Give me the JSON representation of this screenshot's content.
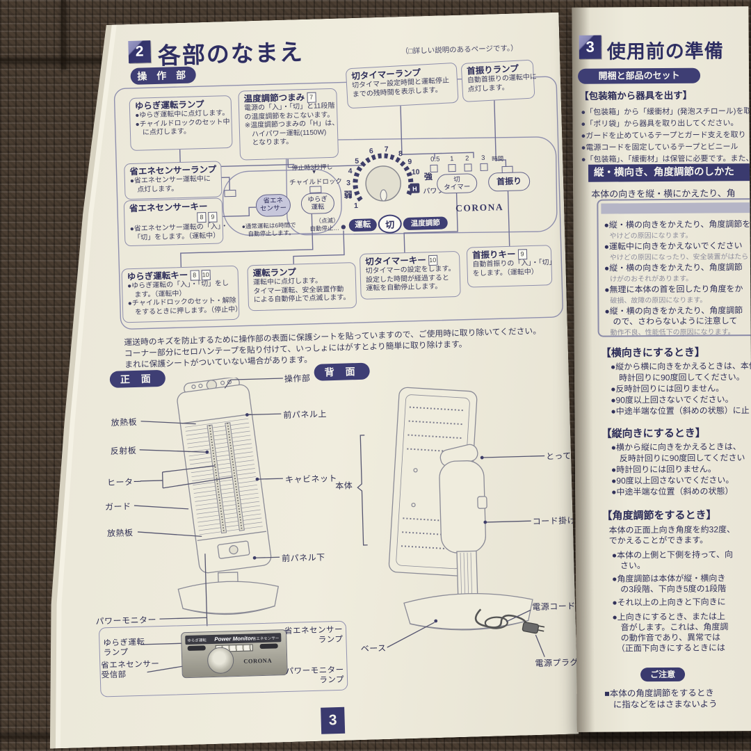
{
  "colors": {
    "accent_navy": "#3e3e74",
    "page_cream": "#ece9da",
    "floor_brown": "#4a3d31",
    "body_text": "#3a3a5c",
    "muted_gray": "#8d8d9d"
  },
  "left": {
    "header": {
      "num": "2",
      "title": "各部のなまえ",
      "note": "（□詳しい説明のあるページです。）"
    },
    "ops_pill": "操 作 部",
    "co": [
      {
        "t": "ゆらぎ運転ランプ",
        "l1": "●ゆらぎ運転中に点灯します。",
        "l2": "●チャイルドロックのセット中",
        "l3": "　に点灯します。"
      },
      {
        "t": "温度調節つまみ",
        "r1": "7",
        "l1": "電源の「入」・「切」と11段階",
        "l2": "の温度調節をおこないます。",
        "l3": "※温度調節つまみの「H」は、",
        "l4": "　ハイパワー運転(1150W)",
        "l5": "　となります。"
      },
      {
        "t": "切タイマーランプ",
        "l1": "切タイマー設定時間と運転停止",
        "l2": "までの残時間を表示します。"
      },
      {
        "t": "首振りランプ",
        "l1": "自動首振りの運転中に",
        "l2": "点灯します。"
      },
      {
        "t": "省エネセンサーランプ",
        "l1": "●省エネセンサー運転中に",
        "l2": "　点灯します。"
      },
      {
        "t": "省エネセンサーキー",
        "r1": "8",
        "r2": "9",
        "l1": "●省エネセンサー運転の「入」・",
        "l2": "　「切」をします。（運転中）"
      },
      {
        "t": "ゆらぎ運転キー",
        "r1": "8",
        "r2": "10",
        "l1": "●ゆらぎ運転の「入」・「切」をし",
        "l2": "　ます。（運転中）",
        "l3": "●チャイルドロックのセット・解除",
        "l4": "　をするときに押します。（停止中）"
      },
      {
        "t": "運転ランプ",
        "l1": "運転中に点灯します。",
        "l2": "タイマー運転、安全装置作動",
        "l3": "による自動停止で点滅します。"
      },
      {
        "t": "切タイマーキー",
        "r1": "10",
        "l1": "切タイマーの設定をします。",
        "l2": "設定した時間が経過すると",
        "l3": "運転を自動停止します。"
      },
      {
        "t": "首振りキー",
        "r1": "9",
        "l1": "自動首振りの「入」・「切」",
        "l2": "をします。（運転中）"
      }
    ],
    "panel": {
      "eco1": "省エネ",
      "eco2": "センサー",
      "hint1": "停止時3秒押し",
      "arrow": "▼",
      "hint2": "チャイルドロック",
      "yu1": "ゆらぎ",
      "yu2": "運転",
      "weak": "弱",
      "strong": "強",
      "power": "パワフル",
      "n1": "1",
      "n2": "2",
      "n3": "3",
      "n4": "4",
      "n5": "5",
      "n6": "6",
      "n7": "7",
      "n8": "8",
      "n9": "9",
      "n10": "10",
      "h": "H",
      "blink": "（点滅）",
      "autostop": "自動停止…",
      "run": "運転",
      "off": "切",
      "temp": "温度調節",
      "t05": "0.5",
      "t1": "1",
      "t2": "2",
      "t3": "3",
      "hours": "時間",
      "timer1": "切",
      "timer2": "タイマー",
      "swing": "首振り",
      "brand": "CORONA",
      "note1": "●通常運転は6時間で",
      "note2": "　自動停止します。"
    },
    "notice1": "運送時のキズを防止するために操作部の表面に保護シートを貼っていますので、ご使用時に取り除いてください。",
    "notice2": "コーナー部分にセロハンテープを貼り付けて、いっしょにはがすとより簡単に取り除けます。",
    "notice3": "まれに保護シートがついていない場合があります。",
    "front_pill": "正 面",
    "back_pill": "背 面",
    "fl": {
      "sousa": "操作部",
      "maeue": "前パネル上",
      "hou1": "放熱板",
      "hansha": "反射板",
      "heater": "ヒーター",
      "cab": "キャビネット",
      "guard": "ガード",
      "hou2": "放熱板",
      "maeshita": "前パネル下",
      "pm": "パワーモニター"
    },
    "bl": {
      "totte": "とって",
      "hontai": "本体",
      "hook": "コード掛け",
      "base": "ベース",
      "cord": "電源コード",
      "plug": "電源プラグ"
    },
    "mon": {
      "title": "Power Monitor",
      "sl": "ゆらぎ運転",
      "sr": "省エネセンサー",
      "brand": "CORONA",
      "l1a": "ゆらぎ運転",
      "l1b": "ランプ",
      "l2a": "省エネセンサー",
      "l2b": "受信部",
      "r1a": "省エネセンサー",
      "r1b": "ランプ",
      "r2a": "パワーモニター",
      "r2b": "ランプ"
    },
    "pagenum": "3"
  },
  "right": {
    "header": {
      "num": "3",
      "title": "使用前の準備"
    },
    "pill": "開梱と部品のセット",
    "sub": "【包装箱から器具を出す】",
    "b1": "●「包装箱」から「緩衝材」(発泡スチロール)を取り",
    "b2": "●「ポリ袋」から器具を取り出してください。",
    "b3": "●ガードを止めているテープとガード支えを取り",
    "b4": "●電源コードを固定しているテープとビニール",
    "b5": "●「包装箱」、「緩衝材」は保管に必要です。また、取",
    "band": "縦・横向き、角度調節のしかた",
    "intro": "本体の向きを縦・横にかえたり、角",
    "w": {
      "m1": "●縦・横の向きをかえたり、角度調節を",
      "s1": "やけどの原因になります。",
      "m2": "●運転中に向きをかえないでください",
      "s2": "やけどの原因になったり、安全装置がはたら",
      "m3": "●縦・横の向きをかえたり、角度調節",
      "s3": "けがのおそれがあります。",
      "m4": "●無理に本体の首を回したり角度をか",
      "s4": "破損、故障の原因になります。",
      "m5": "●縦・横の向きをかえたり、角度調節",
      "m5b": "　ので、さわらないように注意して",
      "s5": "動作不良、性能低下の原因になります。"
    },
    "h1": "【横向きにするとき】",
    "h1l1": "●縦から横に向きをかえるときは、本体",
    "h1l2": "　時計回りに90度回してください。",
    "h1l3": "●反時計回りには回りません。",
    "h1l4": "●90度以上回さないでください。",
    "h1l5": "●中途半端な位置（斜めの状態）に止",
    "h2": "【縦向きにするとき】",
    "h2l1": "●横から縦に向きをかえるときは、",
    "h2l2": "　反時計回りに90度回してください",
    "h2l3": "●時計回りには回りません。",
    "h2l4": "●90度以上回さないでください。",
    "h2l5": "●中途半端な位置（斜めの状態）",
    "h3": "【角度調節をするとき】",
    "h3i1": "本体の正面上向き角度を約32度、",
    "h3i2": "でかえることができます。",
    "h3l1": "●本体の上側と下側を持って、向",
    "h3l2": "　さい。",
    "h3l3": "●角度調節は本体が縦・横向き",
    "h3l4": "　の3段階、下向き5度の1段階",
    "h3l5": "●それ以上の上向きと下向きに",
    "h3l6": "●上向きにするとき、または上",
    "h3l7": "　音がします。これは、角度調",
    "h3l8": "　の動作音であり、異常では",
    "h3l9": "　（正面下向きにするときには",
    "caution": "ご注意",
    "c1": "■本体の角度調節をするとき",
    "c2": "　に指などをはさまないよう"
  }
}
